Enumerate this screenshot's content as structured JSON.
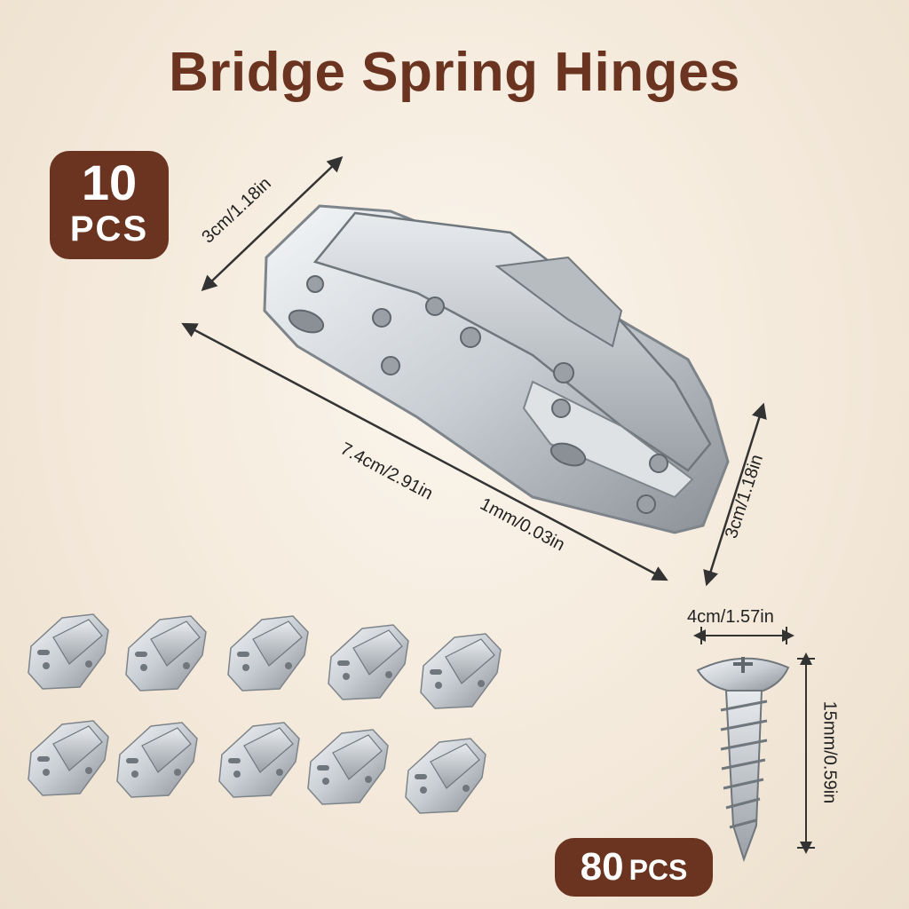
{
  "title": "Bridge Spring Hinges",
  "hinge_count": {
    "number": "10",
    "unit": "PCS"
  },
  "screw_count": {
    "number": "80",
    "unit": "PCS"
  },
  "dimensions": {
    "hinge_width_top": "3cm/1.18in",
    "hinge_length": "7.4cm/2.91in",
    "hinge_thickness": "1mm/0.03in",
    "hinge_width_side": "3cm/1.18in",
    "screw_head": "4cm/1.57in",
    "screw_length": "15mm/0.59in"
  },
  "colors": {
    "brand_brown": "#6b3420",
    "metal_light": "#eef0f2",
    "metal_dark": "#8a9096"
  },
  "small_hinges": {
    "count": 10
  }
}
